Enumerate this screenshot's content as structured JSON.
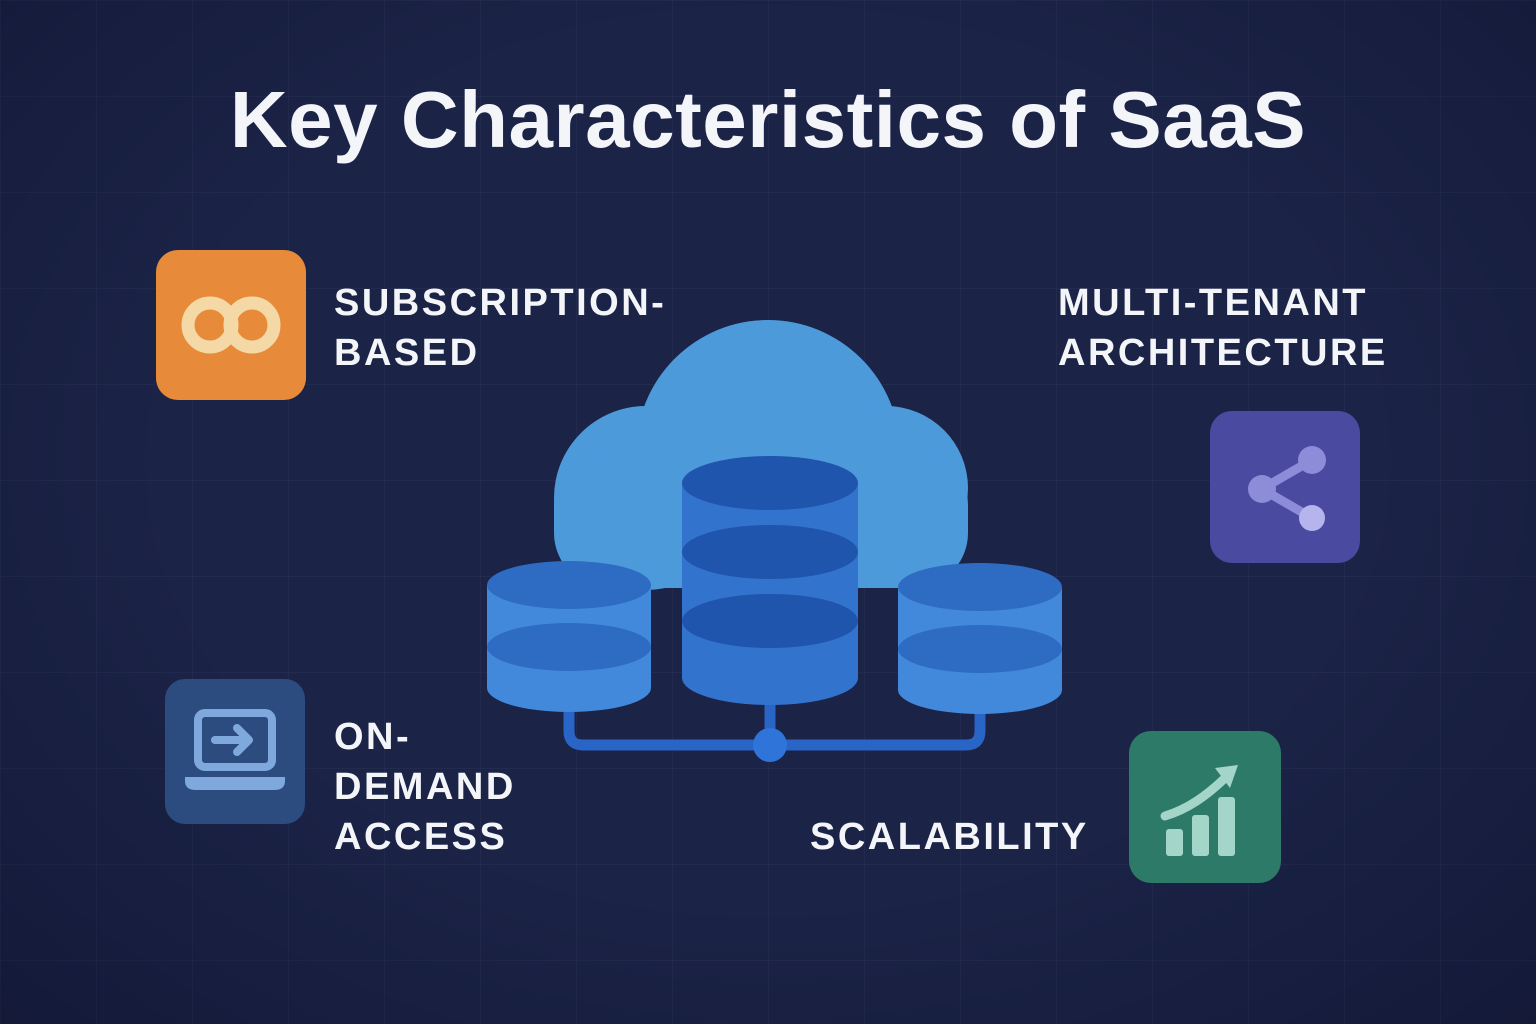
{
  "title": "Key Characteristics of SaaS",
  "features": [
    {
      "id": "subscription-based",
      "label": "SUBSCRIPTION-\nBASED",
      "icon": "infinity-icon",
      "tile_color": "#E78A39"
    },
    {
      "id": "multi-tenant-architecture",
      "label": "MULTI-TENANT\nARCHITECTURE",
      "icon": "share-icon",
      "tile_color": "#4B4AA1"
    },
    {
      "id": "on-demand-access",
      "label": "ON-\nDEMAND\nACCESS",
      "icon": "laptop-arrow-icon",
      "tile_color": "#2C4C80"
    },
    {
      "id": "scalability",
      "label": "SCALABILITY",
      "icon": "growth-chart-icon",
      "tile_color": "#2D7A69"
    }
  ],
  "illustration": {
    "name": "cloud-with-databases",
    "parts": [
      "cloud",
      "database-left",
      "database-center",
      "database-right",
      "connector-lines",
      "connector-node"
    ]
  },
  "colors": {
    "bg": "#1B2347",
    "text": "#F3F5F9",
    "orange": "#E78A39",
    "orangeIcon": "#F4D9A6",
    "indigo": "#4B4AA1",
    "indigoIcon": "#8D8CD8",
    "indigoIconLight": "#B5B4EC",
    "steel": "#2C4C80",
    "steelIcon": "#7FA9DC",
    "teal": "#2D7A69",
    "tealIcon": "#A3D6C9",
    "cloud": "#4D9ADB",
    "dbBody": "#3273CE",
    "dbDark": "#1F55AC",
    "dbSideBody": "#4289DB",
    "dbSideDark": "#2D6CC2",
    "connector": "#2965C6",
    "node": "#2F74D8"
  }
}
